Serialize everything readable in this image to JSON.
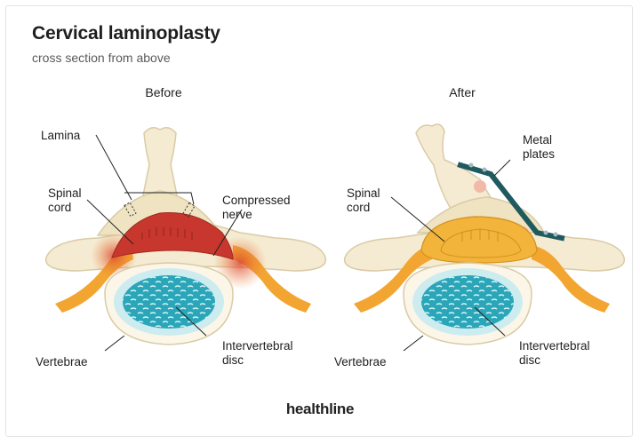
{
  "title": "Cervical laminoplasty",
  "subtitle": "cross section from above",
  "panels": {
    "before": {
      "title": "Before",
      "labels": {
        "lamina": "Lamina",
        "spinal_cord": "Spinal\ncord",
        "compressed_nerve": "Compressed\nnerve",
        "vertebrae": "Vertebrae",
        "disc": "Intervertebral\ndisc"
      }
    },
    "after": {
      "title": "After",
      "labels": {
        "metal_plates": "Metal\nplates",
        "spinal_cord": "Spinal\ncord",
        "vertebrae": "Vertebrae",
        "disc": "Intervertebral\ndisc"
      }
    }
  },
  "brand": "healthline",
  "colors": {
    "bone": "#f4ebd2",
    "bone_outline": "#d9cba6",
    "disc_fill": "#2aa6b8",
    "disc_ring": "#cdecf0",
    "cord_compressed": "#c8372d",
    "nerve": "#f2a531",
    "plate": "#1f5a5e"
  }
}
